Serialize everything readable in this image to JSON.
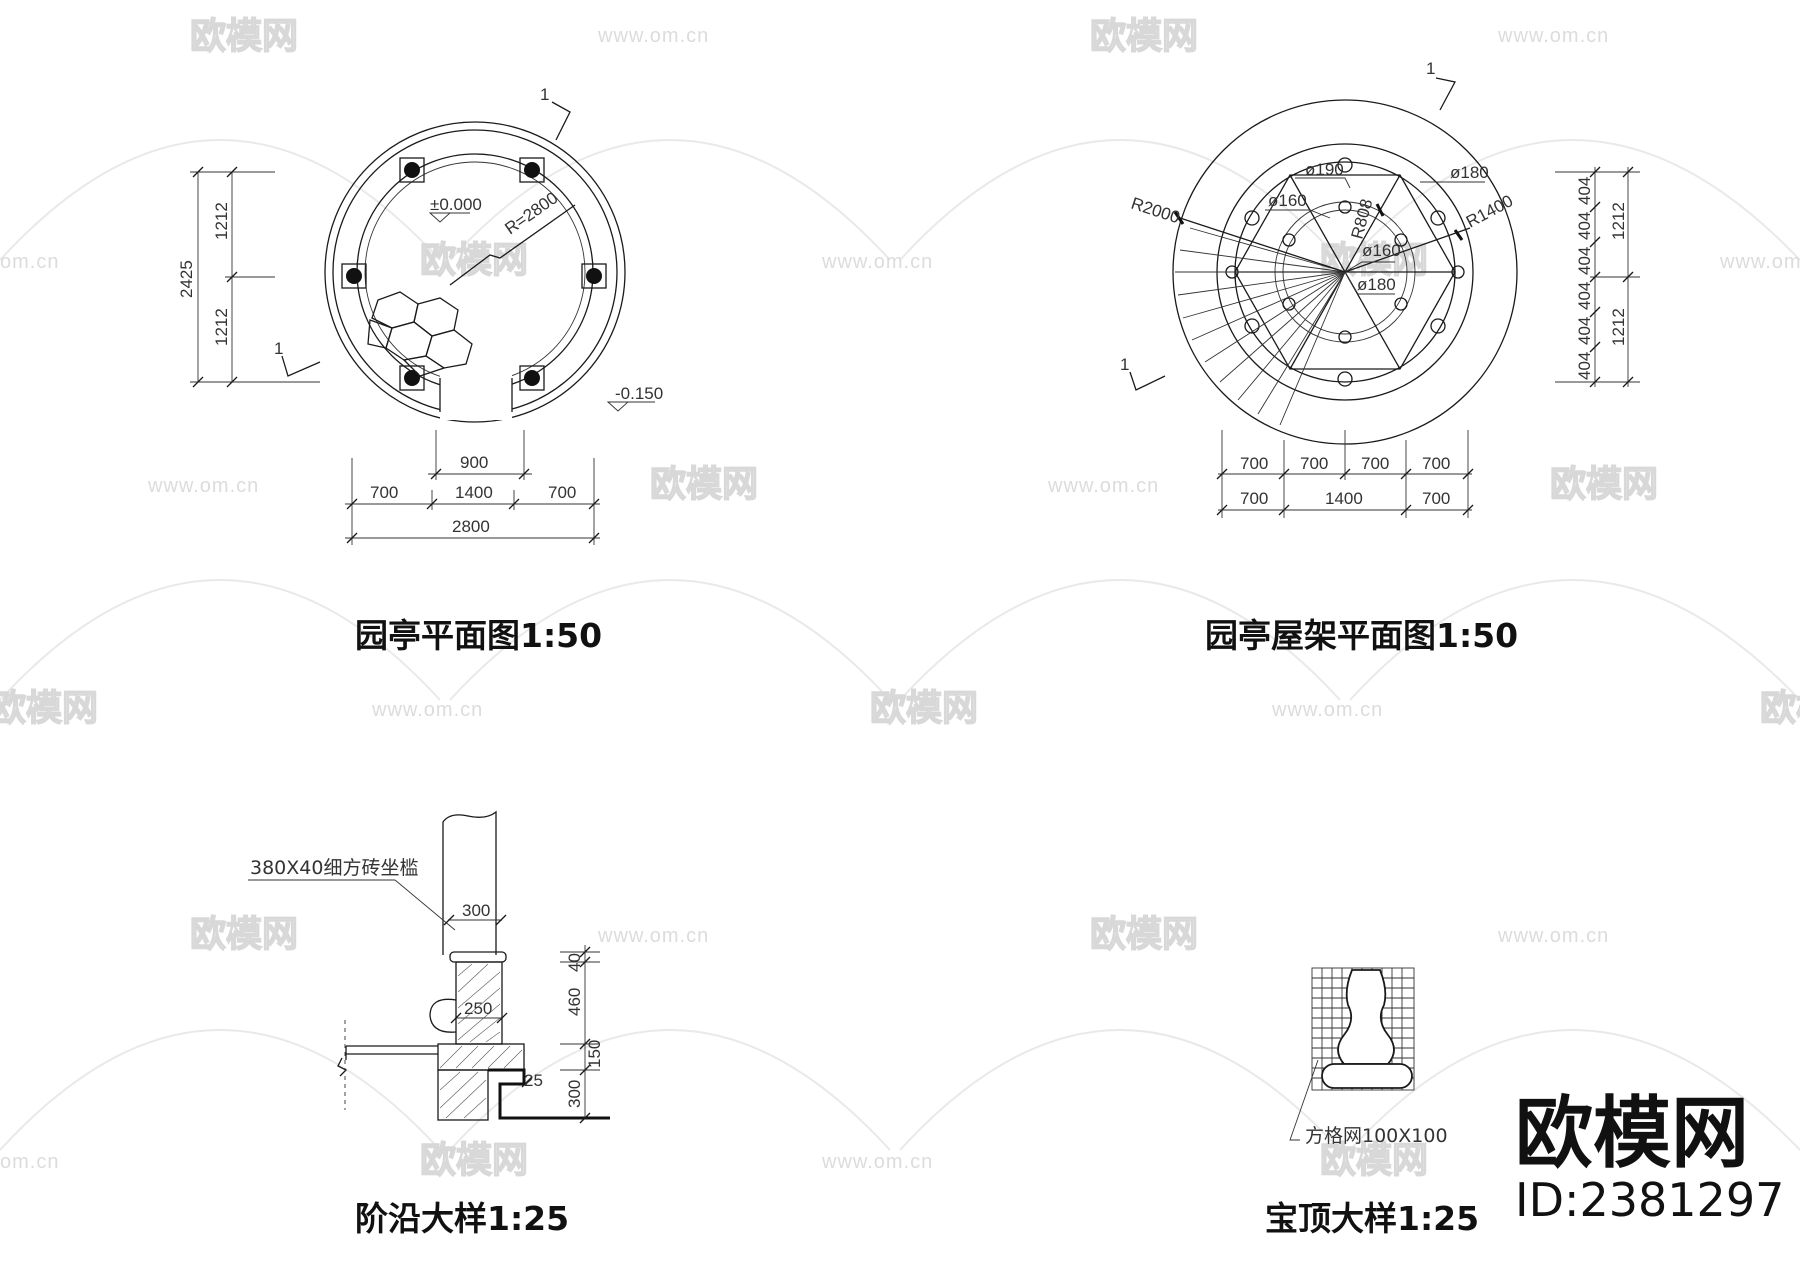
{
  "panels": {
    "plan": {
      "title": "园亭平面图1:50",
      "elev_top": "±0.000",
      "elev_bottom": "-0.150",
      "radius_label": "R=2800",
      "section_mark": "1",
      "dims": {
        "left_total": "2425",
        "left_upper": "1212",
        "left_lower": "1212",
        "b1": "900",
        "b2_left": "700",
        "b2_mid": "1400",
        "b2_right": "700",
        "b3": "2800"
      }
    },
    "roof": {
      "title": "园亭屋架平面图1:50",
      "section_mark": "1",
      "labels": {
        "r2000": "R2000",
        "r1400": "R1400",
        "r808": "R808",
        "d190": "ø190",
        "d180a": "ø180",
        "d160a": "ø160",
        "d160b": "ø160",
        "d180b": "ø180"
      },
      "dims": {
        "b1": [
          "700",
          "700",
          "700",
          "700"
        ],
        "b2": [
          "700",
          "1400",
          "700"
        ],
        "right_outer": [
          "404",
          "404",
          "404",
          "404",
          "404",
          "404"
        ],
        "right_inner": [
          "1212",
          "1212"
        ]
      }
    },
    "step": {
      "title": "阶沿大样1:25",
      "note": "380X40细方砖坐槛",
      "dims": {
        "d300": "300",
        "d250": "250",
        "d40": "40",
        "d460": "460",
        "d150": "150",
        "d300v": "300",
        "d25": "25"
      }
    },
    "finial": {
      "title": "宝顶大样1:25",
      "note": "方格网100X100"
    }
  },
  "watermark": {
    "logo": "欧模网",
    "url": "www.om.cn",
    "url_short": "om.cn"
  },
  "brand": {
    "name": "欧模网",
    "id": "ID:2381297"
  }
}
